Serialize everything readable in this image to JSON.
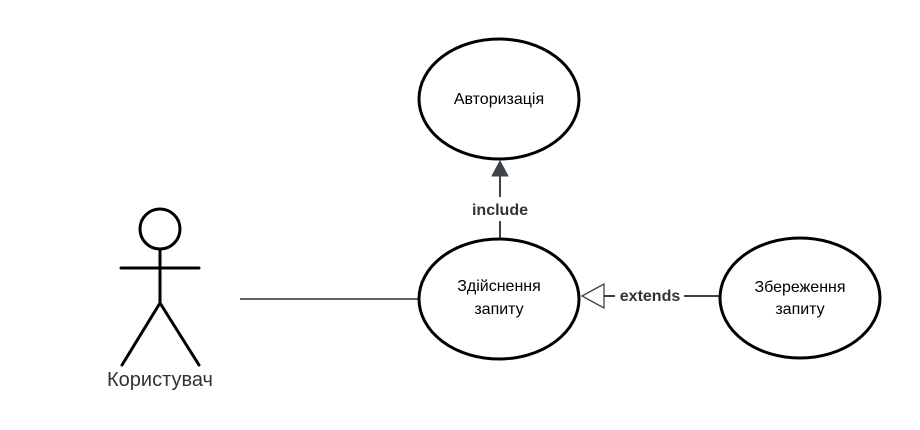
{
  "diagram": {
    "actor": {
      "label": "Користувач"
    },
    "use_cases": {
      "auth": {
        "label": "Авторизація"
      },
      "request": {
        "line1": "Здійснення",
        "line2": "запиту"
      },
      "save": {
        "line1": "Збереження",
        "line2": "запиту"
      }
    },
    "relations": {
      "include": {
        "label": "include"
      },
      "extends": {
        "label": "extends"
      }
    },
    "colors": {
      "stroke": "#000000",
      "label": "#333333",
      "arrow_fill": "#3f4448"
    }
  }
}
